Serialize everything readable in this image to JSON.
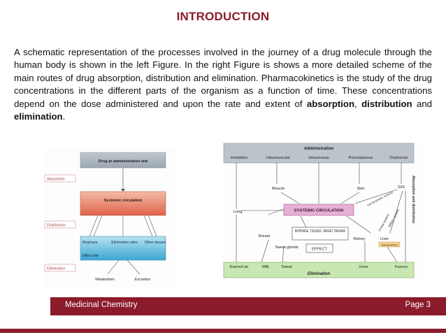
{
  "slide": {
    "title": "INTRODUCTION",
    "paragraph": {
      "text_main": "A schematic representation of the processes involved in the journey of a drug molecule through the human body is shown in the left Figure. In the right Figure is shows a more detailed scheme of the main routes of drug absorption, distribution and elimination. Pharmacokinetics is the study of the drug concentrations in the different parts of the organism as a function of time. These concentrations depend on the dose administered and upon the rate and extent of ",
      "term_absorption": "absorption",
      "sep1": ", ",
      "term_distribution": "distribution",
      "sep2": " and ",
      "term_elimination": "elimination",
      "end": "."
    }
  },
  "left_figure": {
    "top_box": "Drug at administration site",
    "stage_absorption": "Absorption",
    "stage_distribution": "Distribution",
    "stage_elimination": "Elimination",
    "systemic": "Systemic circulation",
    "biophase": "Biophase",
    "elimination_sites": "Elimination sites",
    "other_tissues": "Other tissues",
    "effect_site": "Effect site",
    "metabolism": "Metabolism",
    "excretion": "Excretion"
  },
  "right_figure": {
    "administration": "Administration",
    "routes": [
      "Inhalation",
      "Intramuscular",
      "Intravenous",
      "Percutaneous",
      "Oral/rectal"
    ],
    "muscle": "Muscle",
    "skin": "Skin",
    "gis": "GIS",
    "lung": "Lung",
    "systemic": "SYSTEMIC CIRCULATION",
    "breast": "Breast",
    "biophase": "BIOPHASE, TISSUES, TARGET ORGANS",
    "kidney": "Kidney",
    "liver": "Liver",
    "metabolism": "(metabolism)",
    "sweat_glands": "Sweat glands",
    "effect": "EFFECT",
    "lymphatic": "(via lymphatic system)",
    "portal": "Portal system",
    "biliary": "Biliary system",
    "side_label": "Absorption and distribution",
    "outputs": [
      "Expired air",
      "Milk",
      "Sweat",
      "Urine",
      "Faeces"
    ],
    "elimination": "Elimination"
  },
  "footer": {
    "course": "Medicinal Chemistry",
    "page": "Page  3"
  }
}
